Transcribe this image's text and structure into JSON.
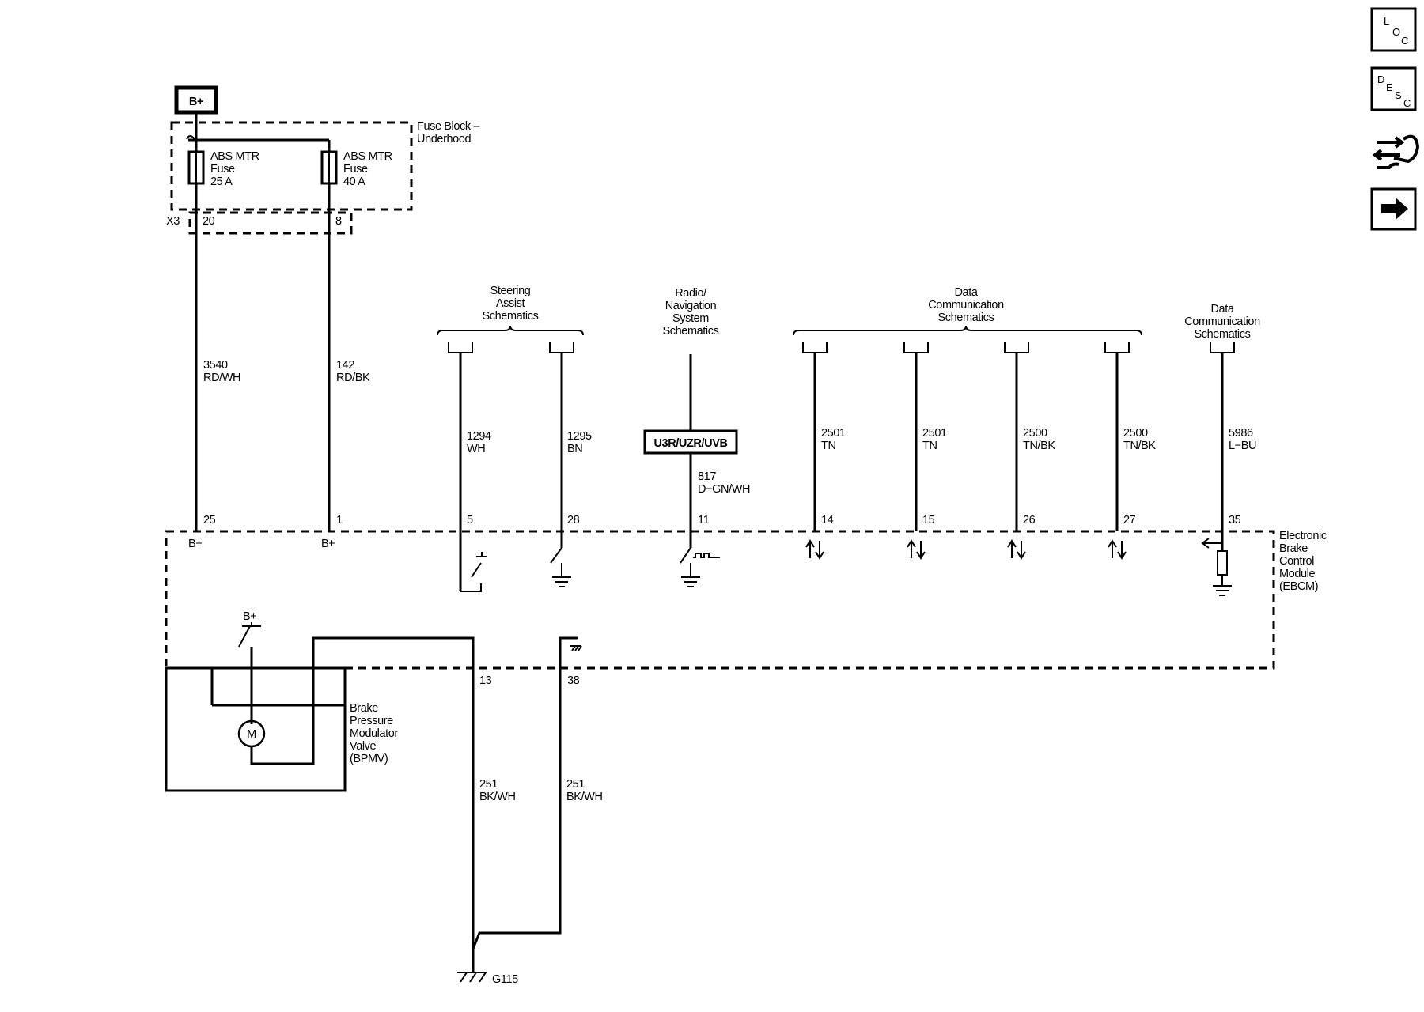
{
  "power": {
    "label": "B+"
  },
  "fuse_block": {
    "label_line1": "Fuse Block –",
    "label_line2": "Underhood",
    "fuse1": {
      "line1": "ABS MTR",
      "line2": "Fuse",
      "line3": "25 A"
    },
    "fuse2": {
      "line1": "ABS MTR",
      "line2": "Fuse",
      "line3": "40 A"
    },
    "connector": "X3",
    "pin1": "20",
    "pin2": "8"
  },
  "wires": {
    "w3540": {
      "num": "3540",
      "color": "RD/WH"
    },
    "w142": {
      "num": "142",
      "color": "RD/BK"
    },
    "w1294": {
      "num": "1294",
      "color": "WH"
    },
    "w1295": {
      "num": "1295",
      "color": "BN"
    },
    "w817": {
      "num": "817",
      "color": "D−GN/WH"
    },
    "w2501a": {
      "num": "2501",
      "color": "TN"
    },
    "w2501b": {
      "num": "2501",
      "color": "TN"
    },
    "w2500a": {
      "num": "2500",
      "color": "TN/BK"
    },
    "w2500b": {
      "num": "2500",
      "color": "TN/BK"
    },
    "w5986": {
      "num": "5986",
      "color": "L−BU"
    },
    "w251a": {
      "num": "251",
      "color": "BK/WH"
    },
    "w251b": {
      "num": "251",
      "color": "BK/WH"
    }
  },
  "refs": {
    "steering": [
      "Steering",
      "Assist",
      "Schematics"
    ],
    "radio": [
      "Radio/",
      "Navigation",
      "System",
      "Schematics"
    ],
    "data1": [
      "Data",
      "Communication",
      "Schematics"
    ],
    "data2": [
      "Data",
      "Communication",
      "Schematics"
    ]
  },
  "option_box": "U3R/UZR/UVB",
  "ebcm": {
    "label": [
      "Electronic",
      "Brake",
      "Control",
      "Module",
      "(EBCM)"
    ],
    "pins": {
      "p25": "25",
      "p1": "1",
      "p5": "5",
      "p28": "28",
      "p11": "11",
      "p14": "14",
      "p15": "15",
      "p26": "26",
      "p27": "27",
      "p35": "35",
      "p13": "13",
      "p38": "38"
    },
    "bplus1": "B+",
    "bplus2": "B+",
    "bplus3": "B+"
  },
  "bpmv": {
    "motor": "M",
    "label": [
      "Brake",
      "Pressure",
      "Modulator",
      "Valve",
      "(BPMV)"
    ]
  },
  "ground": "G115",
  "side_buttons": {
    "loc": [
      "L",
      "O",
      "C"
    ],
    "desc": [
      "D",
      "E",
      "S",
      "C"
    ]
  }
}
